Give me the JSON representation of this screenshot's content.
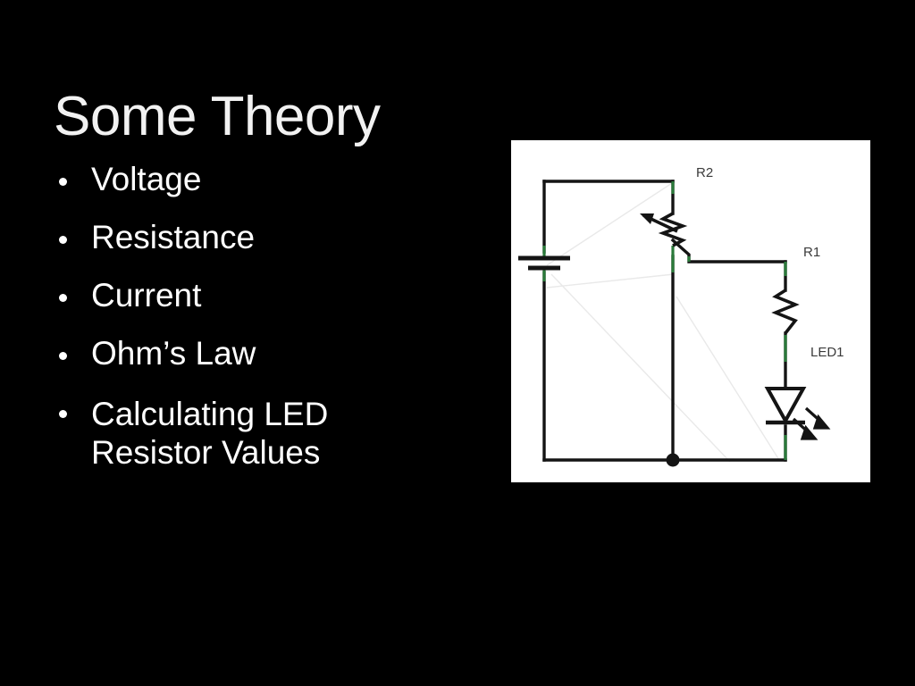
{
  "slide": {
    "background_color": "#000000",
    "title": "Some Theory",
    "title_color": "#f2f2f2",
    "body_text_color": "#ffffff"
  },
  "bullets": [
    {
      "label": "Voltage"
    },
    {
      "label": "Resistance"
    },
    {
      "label": "Current"
    },
    {
      "label": "Ohm’s Law"
    },
    {
      "label": "Calculating LED Resistor Values"
    }
  ],
  "circuit_image": {
    "background_color": "#ffffff",
    "wire_color": "#141414",
    "node_color": "#2a7a3a",
    "label_color": "#3b3b3b",
    "components": [
      {
        "ref": "BT1",
        "type": "battery-cell",
        "label": "",
        "description": "single-cell battery symbol on the left branch"
      },
      {
        "ref": "R2",
        "type": "potentiometer",
        "label": "R2",
        "description": "variable resistor / potentiometer with wiper arrow, top centre"
      },
      {
        "ref": "R1",
        "type": "resistor",
        "label": "R1",
        "description": "fixed resistor in series with the LED, right branch"
      },
      {
        "ref": "LED1",
        "type": "led",
        "label": "LED1",
        "description": "light emitting diode with two emission arrows, bottom right"
      }
    ],
    "labels": [
      {
        "text": "R2"
      },
      {
        "text": "R1"
      },
      {
        "text": "LED1"
      }
    ]
  }
}
